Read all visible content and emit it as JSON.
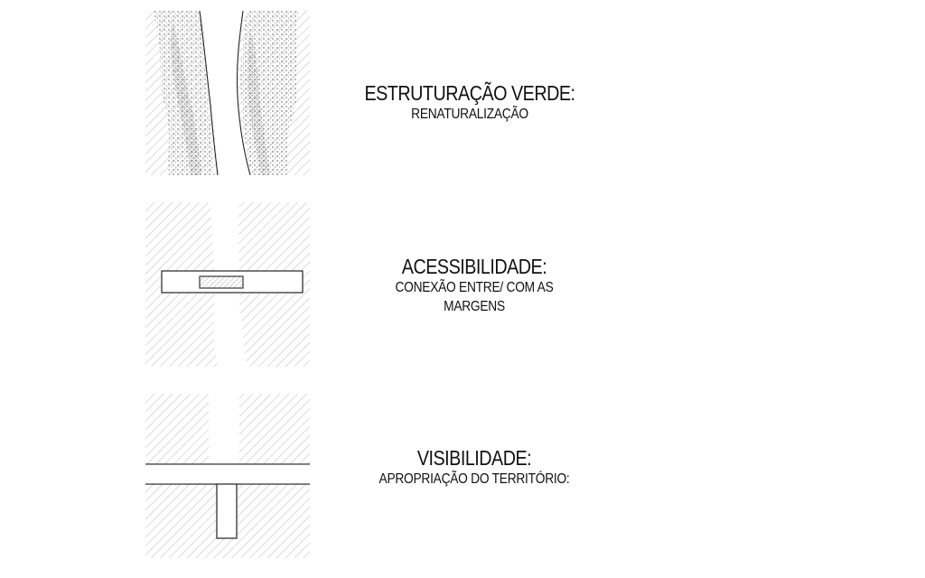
{
  "strategies": [
    {
      "title": "ESTRUTURAÇÃO VERDE:",
      "subtitle": "RENATURALIZAÇÃO",
      "diagram_icon": "renaturalization-icon"
    },
    {
      "title": "ACESSIBILIDADE:",
      "subtitle": "CONEXÃO ENTRE/ COM AS MARGENS",
      "diagram_icon": "bridge-connection-icon"
    },
    {
      "title": "VISIBILIDADE:",
      "subtitle": "APROPRIAÇÃO DO TERRITÓRIO:",
      "diagram_icon": "pier-viewpoint-icon"
    }
  ],
  "colors": {
    "line": "#222222",
    "hatch": "#9a9a9a",
    "background": "#ffffff"
  }
}
